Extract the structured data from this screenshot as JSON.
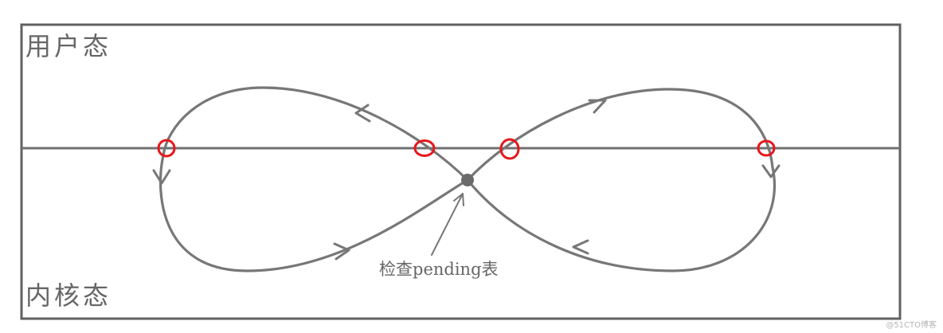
{
  "labels": {
    "user_mode": "用户态",
    "kernel_mode": "内核态",
    "check_pending": "检查pending表"
  },
  "watermark": "@51CTO博客",
  "colors": {
    "line": "#707070",
    "border": "#606060",
    "marker": "#e8161b",
    "text": "#666666"
  }
}
